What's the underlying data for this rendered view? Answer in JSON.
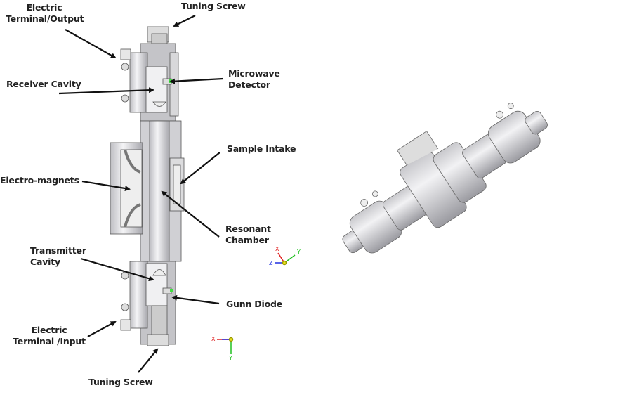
{
  "labels": {
    "tuning_screw_top": "Tuning Screw",
    "terminal_output_1": "Electric",
    "terminal_output_2": "Terminal/Output",
    "receiver_cavity": "Receiver Cavity",
    "microwave_detector_1": "Microwave",
    "microwave_detector_2": "Detector",
    "sample_intake": "Sample Intake",
    "electro_magnets": "Electro-magnets",
    "resonant_chamber_1": "Resonant",
    "resonant_chamber_2": "Chamber",
    "transmitter_cavity_1": "Transmitter",
    "transmitter_cavity_2": "Cavity",
    "gunn_diode": "Gunn Diode",
    "terminal_input_1": "Electric",
    "terminal_input_2": "Terminal /Input",
    "tuning_screw_bottom": "Tuning Screw"
  },
  "axes": {
    "x": "X",
    "y": "Y",
    "z": "Z"
  },
  "colors": {
    "x_axis": "#e02020",
    "y_axis": "#20c020",
    "z_axis": "#2030e0",
    "origin": "#e8e020",
    "diode": "#40e040"
  }
}
